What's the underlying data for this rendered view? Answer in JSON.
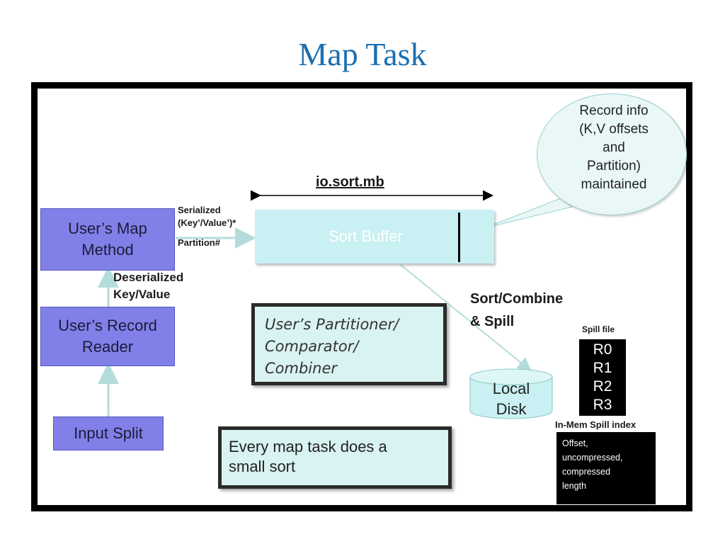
{
  "title": "Map Task",
  "diagram": {
    "map_method": "User’s Map\nMethod",
    "record_reader": "User’s Record\nReader",
    "input_split": "Input Split",
    "serialized_label": "Serialized\n(Key’/Value’)*",
    "partition_label": "Partition#",
    "deserialized_label": "Deserialized\nKey/Value",
    "io_sort_label": "io.sort.mb",
    "sort_buffer": "Sort Buffer",
    "record_info": "Record info\n(K,V offsets\nand\nPartition)\nmaintained",
    "sort_combine": "Sort/Combine\n& Spill",
    "partitioner_box": "User’s Partitioner/\nComparator/\nCombiner",
    "local_disk": "Local\nDisk",
    "spill_file_label": "Spill file",
    "spill_items": [
      "R0",
      "R1",
      "R2",
      "R3"
    ],
    "in_mem_label": "In-Mem Spill index",
    "in_mem_text": "Offset,\nuncompressed,\ncompressed\nlength",
    "every_map_box": "Every map task does a\nsmall sort"
  },
  "colors": {
    "title": "#1a6fb2",
    "blue_box": "#8080e8",
    "light_box": "#d9f2f2",
    "sort_buffer": "#c9f0f2",
    "arrow": "#b5dcdc"
  }
}
